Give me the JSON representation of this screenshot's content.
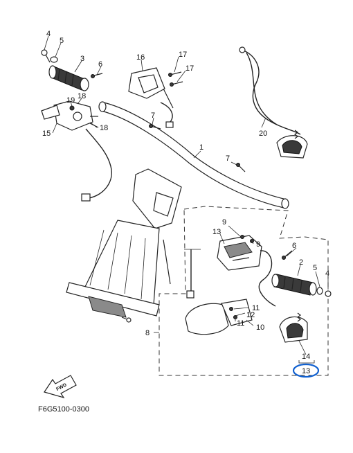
{
  "diagram_code": "F6G5100-0300",
  "fwd_label": "FWD",
  "highlight_color": "#1060d0",
  "callouts": {
    "c4a": "4",
    "c5a": "5",
    "c3": "3",
    "c6a": "6",
    "c16": "16",
    "c17a": "17",
    "c17b": "17",
    "c18a": "18",
    "c19": "19",
    "c18b": "18",
    "c15": "15",
    "c7a": "7",
    "c20": "20",
    "c1": "1",
    "c7b": "7",
    "c9a": "9",
    "c13a": "13",
    "c9b": "9",
    "c6b": "6",
    "c2": "2",
    "c5b": "5",
    "c4b": "4",
    "c11a": "11",
    "c12": "12",
    "c11b": "11",
    "c10": "10",
    "c8": "8",
    "c14": "14",
    "c13b": "13"
  }
}
